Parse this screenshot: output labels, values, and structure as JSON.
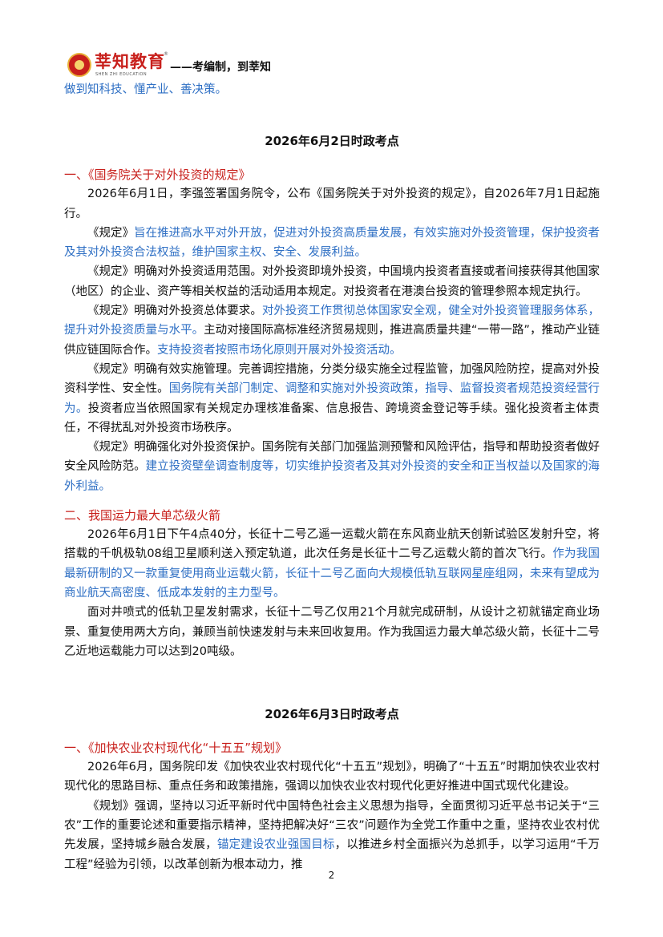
{
  "header": {
    "brand": "莘知教育",
    "brand_en": "SHEN ZHI EDUCATION",
    "reg": "®",
    "slogan": "——考编制，到莘知"
  },
  "intro_tail": "做到知科技、懂产业、善决策。",
  "sections": [
    {
      "date_title": "2026年6月2日时政考点",
      "items": [
        {
          "heading": "一、《国务院关于对外投资的规定》",
          "paragraphs": [
            [
              {
                "t": "2026年6月1日，李强签署国务院令，公布《国务院关于对外投资的规定》，自2026年7月1日起施行。",
                "c": ""
              }
            ],
            [
              {
                "t": "《规定》",
                "c": ""
              },
              {
                "t": "旨在推进高水平对外开放，促进对外投资高质量发展，有效实施对外投资管理，保护投资者及其对外投资合法权益，维护国家主权、安全、发展利益。",
                "c": "blue"
              }
            ],
            [
              {
                "t": "《规定》明确对外投资适用范围。对外投资即境外投资，中国境内投资者直接或者间接获得其他国家（地区）的企业、资产等相关权益的活动适用本规定。对投资者在港澳台投资的管理参照本规定执行。",
                "c": ""
              }
            ],
            [
              {
                "t": "《规定》明确对外投资总体要求。",
                "c": ""
              },
              {
                "t": "对外投资工作贯彻总体国家安全观，健全对外投资管理服务体系，提升对外投资质量与水平。",
                "c": "blue"
              },
              {
                "t": "主动对接国际高标准经济贸易规则，推进高质量共建“一带一路”，推动产业链供应链国际合作。",
                "c": ""
              },
              {
                "t": "支持投资者按照市场化原则开展对外投资活动。",
                "c": "blue"
              }
            ],
            [
              {
                "t": "《规定》明确有效实施管理。完善调控措施，分类分级实施全过程监管，加强风险防控，提高对外投资科学性、安全性。",
                "c": ""
              },
              {
                "t": "国务院有关部门制定、调整和实施对外投资政策，指导、监督投资者规范投资经营行为。",
                "c": "blue"
              },
              {
                "t": "投资者应当依照国家有关规定办理核准备案、信息报告、跨境资金登记等手续。强化投资者主体责任，不得扰乱对外投资市场秩序。",
                "c": ""
              }
            ],
            [
              {
                "t": "《规定》明确强化对外投资保护。国务院有关部门加强监测预警和风险评估，指导和帮助投资者做好安全风险防范。",
                "c": ""
              },
              {
                "t": "建立投资壁垒调查制度等，切实维护投资者及其对外投资的安全和正当权益以及国家的海外利益。",
                "c": "blue"
              }
            ]
          ]
        },
        {
          "heading": "二、我国运力最大单芯级火箭",
          "paragraphs": [
            [
              {
                "t": "2026年6月1日下午4点40分，长征十二号乙遥一运载火箭在东风商业航天创新试验区发射升空，将搭载的千帆极轨08组卫星顺利送入预定轨道，此次任务是长征十二号乙运载火箭的首次飞行。",
                "c": ""
              },
              {
                "t": "作为我国最新研制的又一款重复使用商业运载火箭，长征十二号乙面向大规模低轨互联网星座组网，未来有望成为商业航天高密度、低成本发射的主力型号。",
                "c": "blue"
              }
            ],
            [
              {
                "t": "面对井喷式的低轨卫星发射需求，长征十二号乙仅用21个月就完成研制，从设计之初就锚定商业场景、重复使用两大方向，兼顾当前快速发射与未来回收复用。作为我国运力最大单芯级火箭，长征十二号乙近地运载能力可以达到20吨级。",
                "c": ""
              }
            ]
          ]
        }
      ]
    },
    {
      "date_title": "2026年6月3日时政考点",
      "items": [
        {
          "heading": "一、《加快农业农村现代化“十五五”规划》",
          "paragraphs": [
            [
              {
                "t": "2026年6月，国务院印发《加快农业农村现代化“十五五”规划》，明确了“十五五”时期加快农业农村现代化的思路目标、重点任务和政策措施，强调以加快农业农村现代化更好推进中国式现代化建设。",
                "c": ""
              }
            ],
            [
              {
                "t": "《规划》强调，坚持以习近平新时代中国特色社会主义思想为指导，全面贯彻习近平总书记关于“三农”工作的重要论述和重要指示精神，坚持把解决好“三农”问题作为全党工作重中之重，坚持农业农村优先发展，坚持城乡融合发展，",
                "c": ""
              },
              {
                "t": "锚定建设农业强国目标",
                "c": "blue"
              },
              {
                "t": "，以推进乡村全面振兴为总抓手，以学习运用“千万工程”经验为引领，以改革创新为根本动力，推",
                "c": ""
              }
            ]
          ]
        }
      ]
    }
  ],
  "page_number": "2",
  "colors": {
    "accent_blue": "#2e6fc4",
    "heading_red": "#c8201c"
  }
}
